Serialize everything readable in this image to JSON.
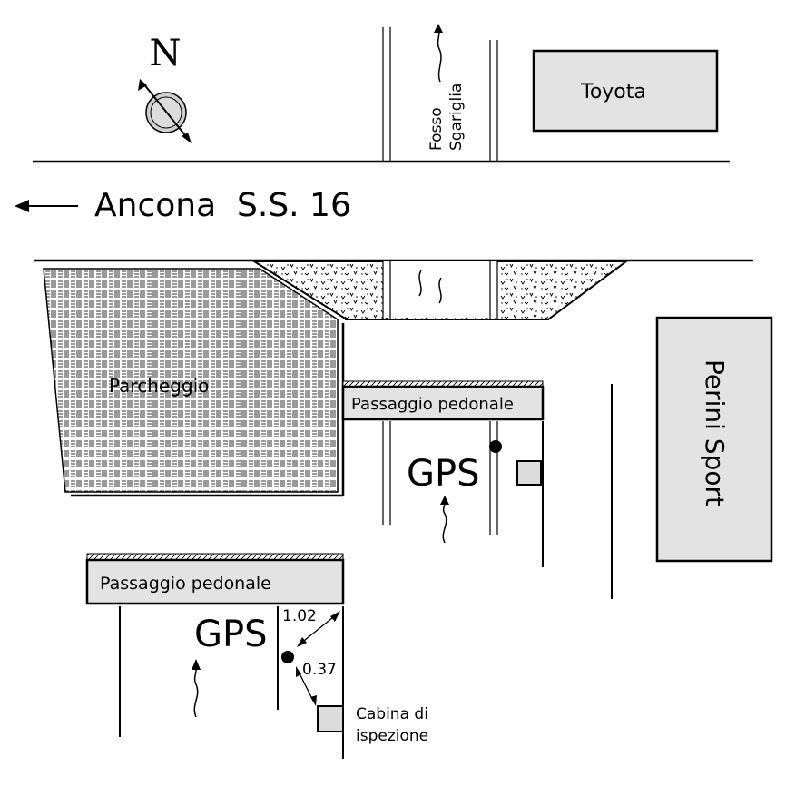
{
  "compass": {
    "letter": "N"
  },
  "road": {
    "label": "Ancona  S.S. 16"
  },
  "canal": {
    "label_line1": "Fosso",
    "label_line2": "Sgariglia"
  },
  "buildings": {
    "toyota": "Toyota",
    "perini": "Perini Sport"
  },
  "parking": {
    "label": "Parcheggio"
  },
  "walkway": {
    "label": "Passaggio pedonale"
  },
  "gps": {
    "label": "GPS"
  },
  "detail": {
    "dist_1": "1.02",
    "dist_2": "0.37",
    "cabin_line1": "Cabina di",
    "cabin_line2": "ispezione"
  }
}
